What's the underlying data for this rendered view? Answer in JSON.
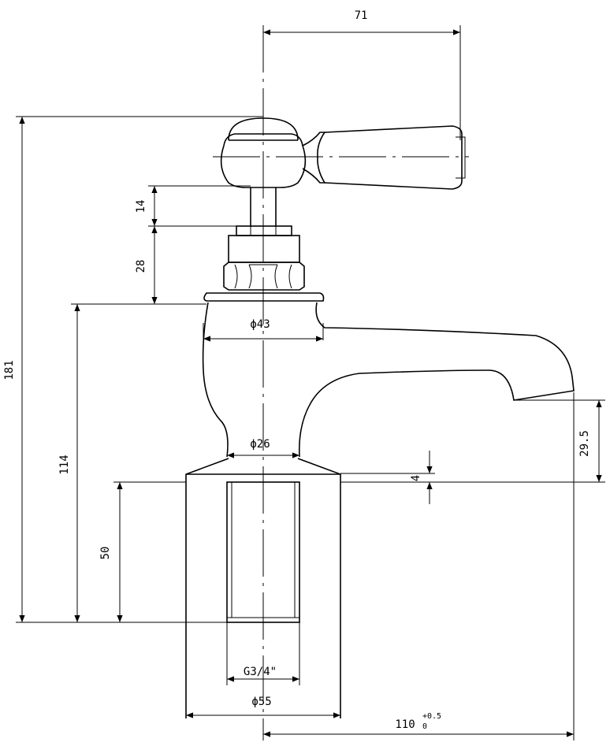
{
  "drawing": {
    "dimensions": {
      "top_width": "71",
      "total_height": "181",
      "stem_height": "14",
      "nut_height": "28",
      "body_height": "114",
      "spout_height": "29.5",
      "flange_thickness": "4",
      "shank_length": "50",
      "cap_diameter": "ϕ43",
      "neck_diameter": "ϕ26",
      "thread": "G3/4\"",
      "base_diameter": "ϕ55",
      "reach": "110",
      "reach_tol_upper": "+0.5",
      "reach_tol_lower": "0"
    }
  }
}
